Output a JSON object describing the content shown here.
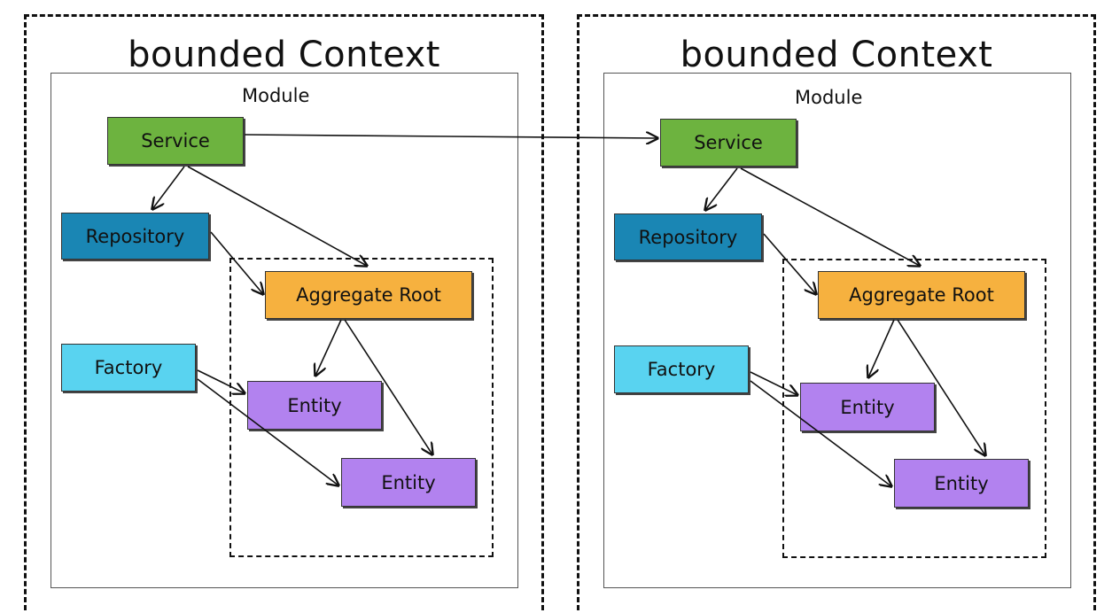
{
  "contexts": [
    {
      "title": "bounded Context",
      "module_label": "Module",
      "nodes": {
        "service": "Service",
        "repository": "Repository",
        "aggregate_root": "Aggregate Root",
        "factory": "Factory",
        "entity_1": "Entity",
        "entity_2": "Entity"
      }
    },
    {
      "title": "bounded Context",
      "module_label": "Module",
      "nodes": {
        "service": "Service",
        "repository": "Repository",
        "aggregate_root": "Aggregate Root",
        "factory": "Factory",
        "entity_1": "Entity",
        "entity_2": "Entity"
      }
    }
  ],
  "colors": {
    "service": "#6db33f",
    "repository": "#1a86b4",
    "factory": "#59d3f0",
    "aggregate_root": "#f6b13f",
    "entity": "#b282ef"
  }
}
